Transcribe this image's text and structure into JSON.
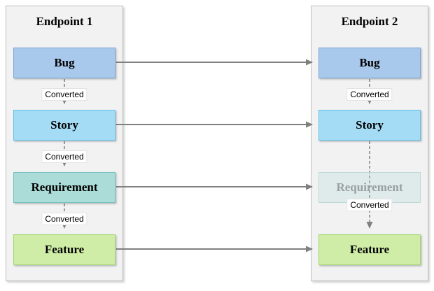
{
  "panels": [
    {
      "title": "Endpoint 1",
      "nodes": [
        {
          "label": "Bug"
        },
        {
          "label": "Story"
        },
        {
          "label": "Requirement"
        },
        {
          "label": "Feature"
        }
      ],
      "converted": [
        "Converted",
        "Converted",
        "Converted"
      ]
    },
    {
      "title": "Endpoint 2",
      "nodes": [
        {
          "label": "Bug"
        },
        {
          "label": "Story"
        },
        {
          "label": "Requirement"
        },
        {
          "label": "Feature"
        }
      ],
      "converted": [
        "Converted",
        "Converted"
      ]
    }
  ],
  "colors": {
    "panel_fill": "#f2f2f2",
    "panel_border": "#bfbfbf",
    "bug_fill": "#a9c9ec",
    "bug_border": "#7da7d8",
    "story_fill": "#a5dcf5",
    "story_border": "#67c1e8",
    "requirement_fill": "#abdcd8",
    "requirement_border": "#72c3bd",
    "feature_fill": "#cfeda6",
    "feature_border": "#a3d873",
    "faded_node_text": "#9aa0a2",
    "arrow": "#808080"
  }
}
